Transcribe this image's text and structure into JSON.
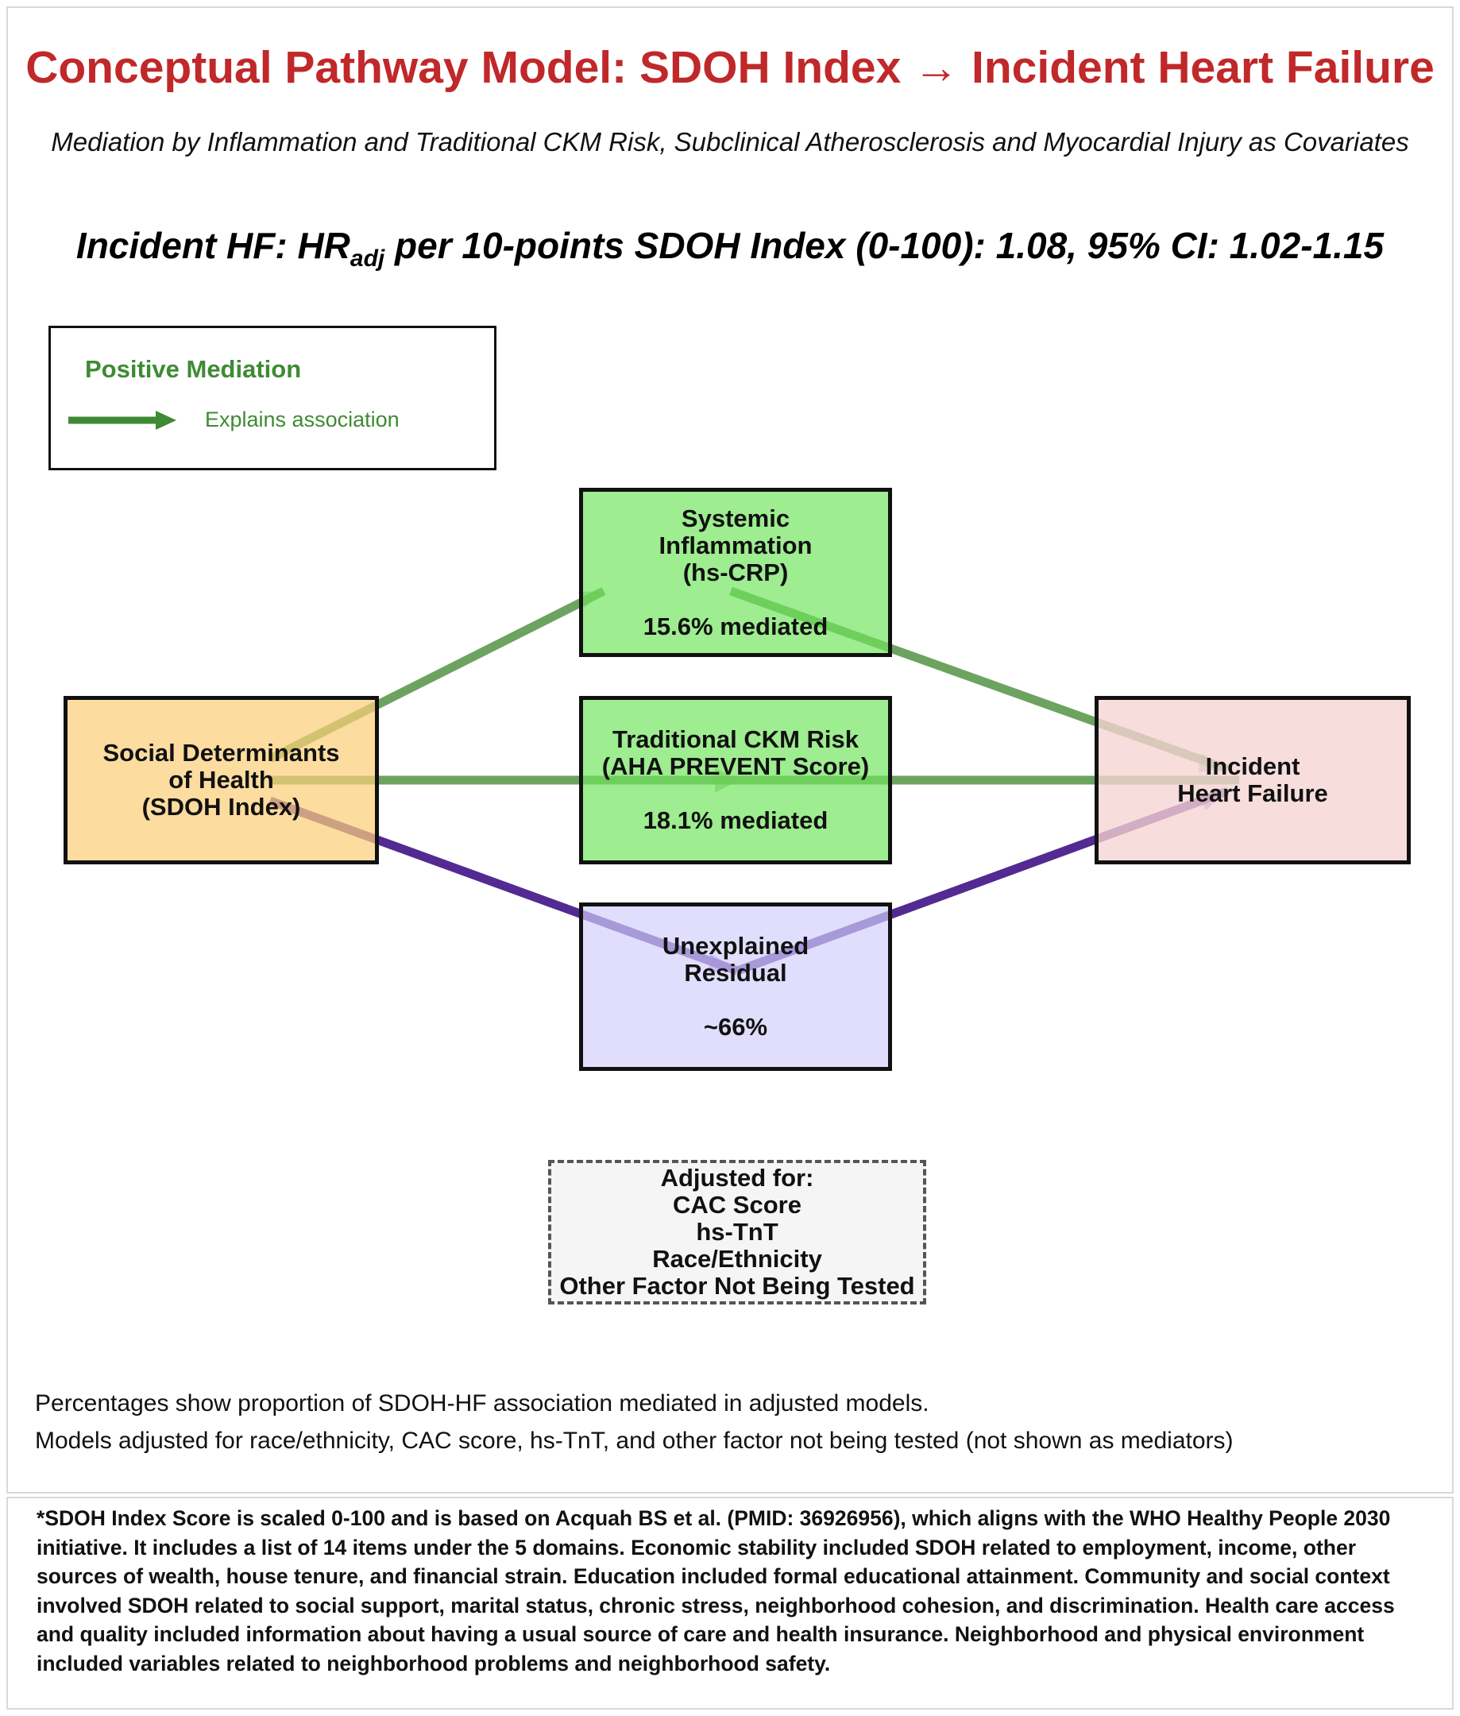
{
  "title": "Conceptual Pathway Model: SDOH Index → Incident Heart Failure",
  "subtitle": "Mediation by Inflammation and Traditional CKM Risk, Subclinical Atherosclerosis and Myocardial Injury as Covariates",
  "hr": {
    "prefix": "Incident HF: HR",
    "subscript": "adj",
    "suffix": " per 10-points SDOH Index (0-100): 1.08, 95% CI: 1.02-1.15"
  },
  "legend": {
    "title": "Positive Mediation",
    "item": "Explains association",
    "color": "#3f8a34"
  },
  "nodes": {
    "sdoh": {
      "lines": [
        "Social Determinants",
        "of Health",
        "(SDOH Index)"
      ]
    },
    "inflammation": {
      "lines": [
        "Systemic",
        "Inflammation",
        "(hs-CRP)"
      ],
      "value": "15.6% mediated"
    },
    "ckm": {
      "lines": [
        "Traditional CKM Risk",
        "(AHA PREVENT Score)"
      ],
      "value": "18.1% mediated"
    },
    "residual": {
      "lines": [
        "Unexplained",
        "Residual"
      ],
      "value": "~66%"
    },
    "hf": {
      "lines": [
        "Incident",
        "Heart Failure"
      ]
    }
  },
  "colors": {
    "mediation_arrow": "#5f9b52",
    "residual_arrow": "#4a1f8c"
  },
  "adjusted": {
    "heading": "Adjusted for:",
    "items": [
      "CAC Score",
      "hs-TnT",
      "Race/Ethnicity",
      "Other Factor Not Being Tested"
    ]
  },
  "notes": [
    "Percentages show proportion of SDOH-HF association mediated in adjusted models.",
    "Models adjusted for race/ethnicity, CAC score, hs-TnT, and other factor not being tested (not shown as mediators)"
  ],
  "footnote": "*SDOH Index Score is scaled 0-100 and is based on Acquah BS et al. (PMID: 36926956), which aligns with the WHO Healthy People 2030 initiative. It includes a list of 14 items under the 5 domains. Economic stability included SDOH related to employment, income, other sources of wealth, house tenure, and financial strain. Education included formal educational attainment. Community and social context involved SDOH related to social support, marital status, chronic stress, neighborhood cohesion, and discrimination. Health care access and quality included information about having a usual source of care and health insurance.  Neighborhood and physical environment included variables related to neighborhood problems and neighborhood safety."
}
